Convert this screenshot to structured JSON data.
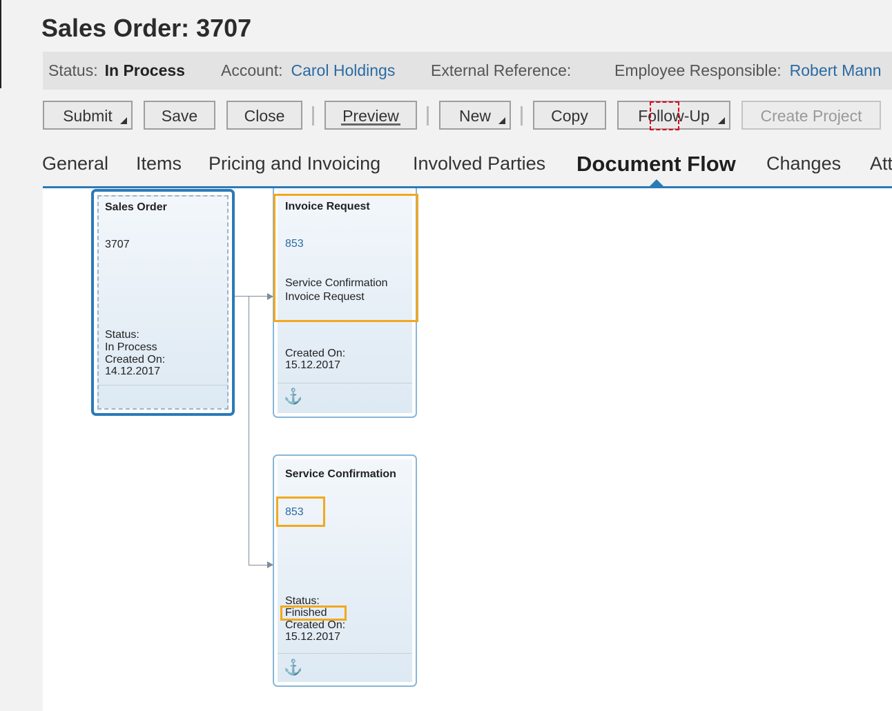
{
  "page_title": "Sales Order: 3707",
  "header": {
    "status_label": "Status:",
    "status_value": "In Process",
    "account_label": "Account:",
    "account_value": "Carol Holdings",
    "extref_label": "External Reference:",
    "employee_label": "Employee Responsible:",
    "employee_value": "Robert Mann"
  },
  "toolbar": {
    "submit": "Submit",
    "save": "Save",
    "close": "Close",
    "preview": "Preview",
    "new": "New",
    "copy": "Copy",
    "follow_up": "Follow-Up",
    "create_project": "Create Project"
  },
  "tabs": [
    {
      "label": "General"
    },
    {
      "label": "Items"
    },
    {
      "label": "Pricing and Invoicing"
    },
    {
      "label": "Involved Parties"
    },
    {
      "label": "Document Flow"
    },
    {
      "label": "Changes"
    },
    {
      "label": "Att"
    }
  ],
  "flow": {
    "sales_order": {
      "title": "Sales Order",
      "id": "3707",
      "status_label": "Status:",
      "status_value": "In Process",
      "created_label": "Created On:",
      "created_value": "14.12.2017"
    },
    "invoice_request": {
      "title": "Invoice Request",
      "id": "853",
      "desc_line1": "Service Confirmation",
      "desc_line2": "Invoice Request",
      "created_label": "Created On:",
      "created_value": "15.12.2017"
    },
    "service_confirmation": {
      "title": "Service Confirmation",
      "id": "853",
      "status_label": "Status:",
      "status_value": "Finished",
      "created_label": "Created On:",
      "created_value": "15.12.2017"
    }
  },
  "icons": {
    "anchor": "anchor-icon"
  },
  "colors": {
    "accent": "#2a7ab8",
    "link": "#2a6aa2",
    "highlight": "#f2a81d",
    "focus_marker": "#e0001b"
  }
}
